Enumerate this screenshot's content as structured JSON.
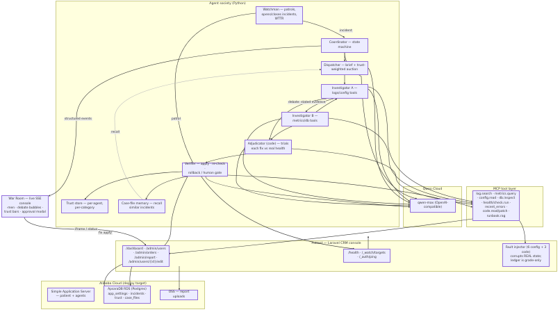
{
  "clusters": {
    "agent_society": "Agent society (Python)",
    "qwen_cloud": "Qwen Cloud",
    "mcp_tool_layer": "MCP tool layer",
    "patient": "Patient — Laravel CRM console",
    "alibaba_cloud": "Alibaba Cloud (deploy target)"
  },
  "nodes": {
    "watchman": "Watchman — patrols,\nopens/closes incidents,\nWTTR",
    "coordinator": "Coordinator — state\nmachine",
    "dispatcher": "Dispatcher — brief + trust-\nweighted auction",
    "investigator_a": "Investigator A —\nlogs/config tools",
    "investigator_b": "Investigator B —\nmetrics/db tools",
    "adjudicator": "Adjudicator (code) — trials\neach fix vs real health",
    "verifier": "Verifier — apply · re-check ·\nrollback / human gate",
    "war_room": "War Room — live SSE\nconsole\n·men · debate bubbles ·\ntrust bars · approval modal",
    "trust_store": "Trust store — per-agent,\nper-category",
    "case_file_memory": "Case-file memory — recall\nsimilar incidents",
    "qwen_max": "qwen-max (OpenAI-\ncompatible)",
    "mcp_tools": "log.search · metrics.query\n· config.read · db.inspect\n· health/check.run ·\nrecent_errors ·\ncode.read/patch ·\nrunbook.rag",
    "admin_routes": "/dashboard · /admin/users\n· /admin/orders ·\n/admin/report ·\n/admin/users/{id}/edit",
    "health_routes": "/health · /_watch/targets\n· /_auth/ping",
    "fault_injector": "Fault injector (6 config + 3\ncode)\ncorrupts REAL state;\nledger is grade-only",
    "simple_app_server": "Simple Application Server\n— patient + agents",
    "apsaradb": "ApsaraDB RDS (Postgres)\napp_settings · incidents ·\ntrust · case_files",
    "oss": "OSS — report uploads"
  },
  "edge_labels": {
    "incident": "incident",
    "debate": "debate: stated evidence",
    "structured_events": "structured events",
    "recall": "recall",
    "patrol": "patrol",
    "iframe_status": "iframe / status",
    "fix_apply": "fix apply"
  }
}
